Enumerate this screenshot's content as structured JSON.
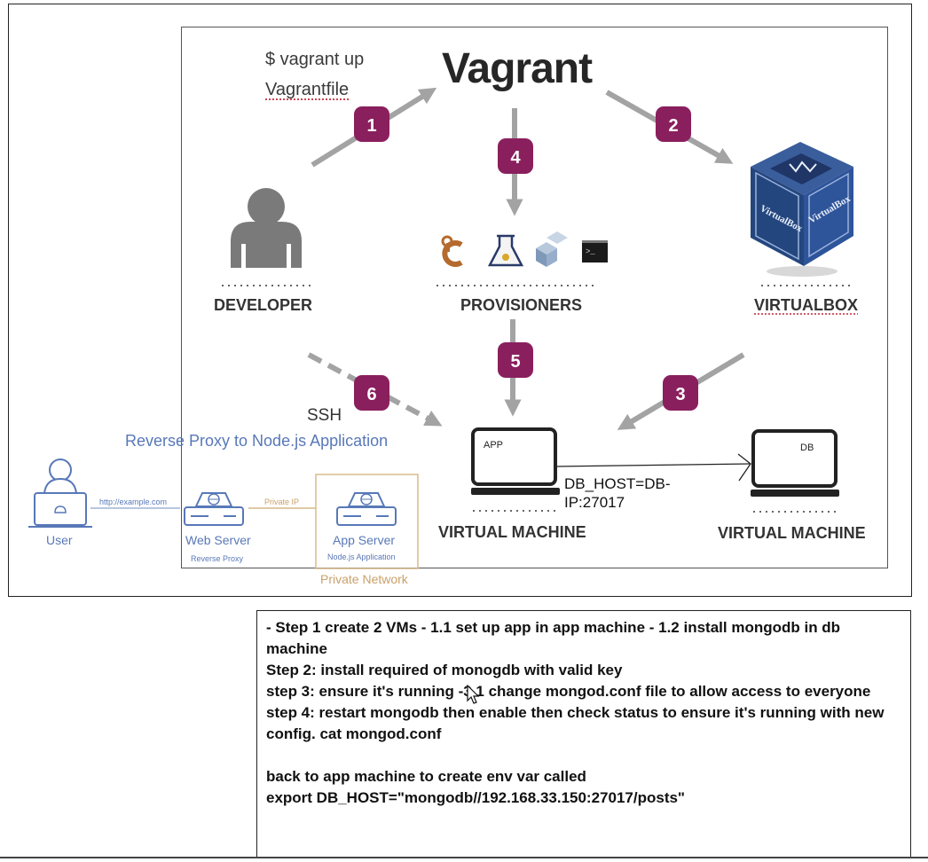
{
  "diagram": {
    "command": "$ vagrant up",
    "vagrantfile": "Vagrantfile",
    "vagrant_logo": "Vagrant",
    "steps": [
      "1",
      "2",
      "3",
      "4",
      "5",
      "6"
    ],
    "nodes": {
      "developer": "DEVELOPER",
      "provisioners": "PROVISIONERS",
      "virtualbox": "VIRTUALBOX",
      "vm_app": "VIRTUAL MACHINE",
      "vm_db": "VIRTUAL MACHINE"
    },
    "vm_app_screen": "APP",
    "vm_db_screen": "DB",
    "ssh": "SSH",
    "db_host_line1": "DB_HOST=DB-",
    "db_host_line2": "IP:27017",
    "virtualbox_logo_text": "VirtualBox",
    "provisioner_icons": [
      "chef-icon",
      "flask-icon",
      "cube-icon",
      "terminal-icon"
    ]
  },
  "proxy": {
    "title": "Reverse Proxy to Node.js Application",
    "user": "User",
    "link": "http://example.com",
    "web_server": "Web Server",
    "web_server_sub": "Reverse Proxy",
    "private_ip": "Private IP",
    "app_server": "App Server",
    "app_server_sub": "Node.js Application",
    "private_network": "Private Network"
  },
  "notes": [
    "- Step 1 create 2 VMs - 1.1 set up app in app machine - 1.2 install mongodb in db machine",
    "Step 2: install required of monogdb with valid key",
    "step 3: ensure it's running -3.1 change mongod.conf file to allow access to everyone",
    "step 4: restart mongodb then enable then check status to ensure it's running with new config. cat mongod.conf",
    "",
    "back to app machine to create env var called",
    "export DB_HOST=\"mongodb//192.168.33.150:27017/posts\""
  ],
  "colors": {
    "step_badge": "#8a1f5e",
    "arrow": "#a3a3a3",
    "proxy_blue": "#5878b8",
    "private_gold": "#c9a16a"
  }
}
